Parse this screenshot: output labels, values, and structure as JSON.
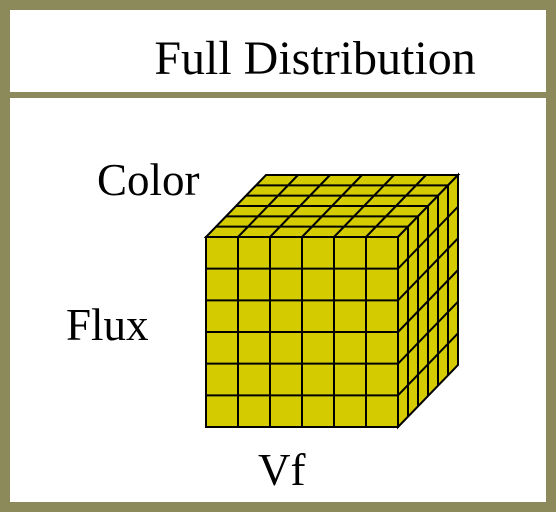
{
  "diagram": {
    "title": "Full Distribution",
    "axis_labels": {
      "color": "Color",
      "flux": "Flux",
      "vf": "Vf"
    },
    "cube": {
      "divisions": 6,
      "face_color": "#d4cc00",
      "line_color": "#000000"
    },
    "frame_color": "#8c8a5a"
  }
}
